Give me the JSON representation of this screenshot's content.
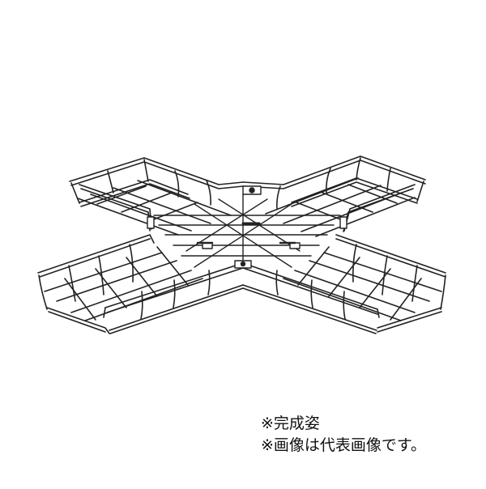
{
  "figure": {
    "icon": "cross-wire-cable-tray-illustration"
  },
  "notes": {
    "line1": "※完成姿",
    "line2": "※画像は代表画像です。"
  }
}
